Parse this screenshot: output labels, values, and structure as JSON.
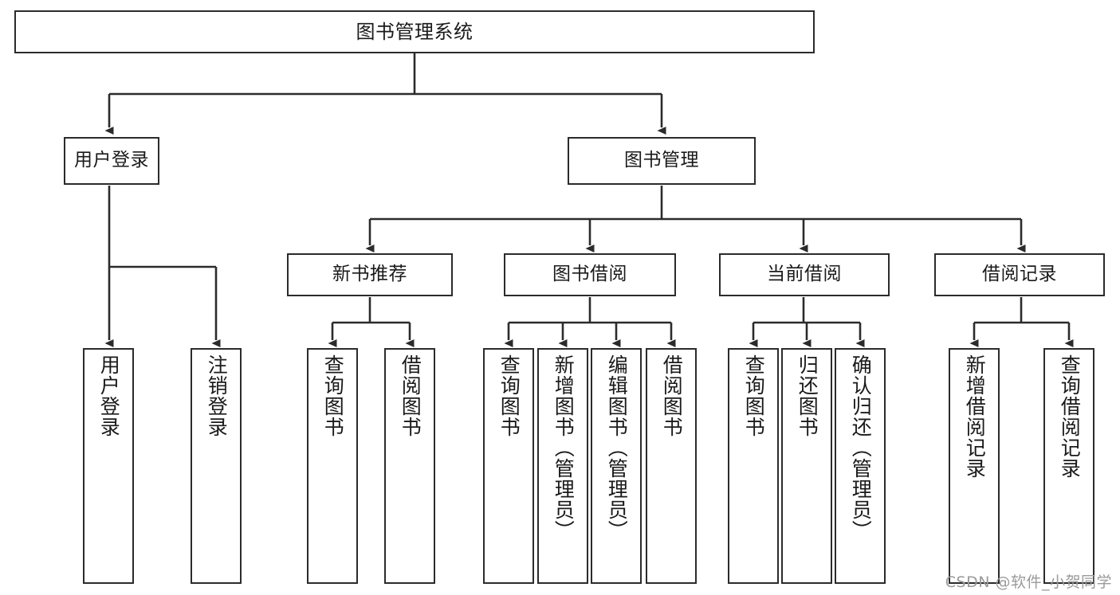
{
  "diagram": {
    "title": "图书管理系统",
    "type": "功能结构图",
    "watermark": "CSDN @软件_小贺同学",
    "colors": {
      "node_border": "#2b2b2b",
      "node_fill": "#ffffff",
      "edge": "#2b2b2b",
      "text": "#1a1a1a",
      "watermark": "#9a9a9a",
      "background": "#ffffff"
    },
    "root": {
      "id": "root",
      "label": "图书管理系统",
      "orientation": "horizontal"
    },
    "level1": [
      {
        "id": "user-login",
        "label": "用户登录",
        "orientation": "horizontal"
      },
      {
        "id": "book-management",
        "label": "图书管理",
        "orientation": "horizontal"
      }
    ],
    "level2": [
      {
        "id": "new-book-recommend",
        "label": "新书推荐",
        "orientation": "horizontal",
        "parent": "book-management"
      },
      {
        "id": "book-borrow",
        "label": "图书借阅",
        "orientation": "horizontal",
        "parent": "book-management"
      },
      {
        "id": "current-borrow",
        "label": "当前借阅",
        "orientation": "horizontal",
        "parent": "book-management"
      },
      {
        "id": "borrow-record",
        "label": "借阅记录",
        "orientation": "horizontal",
        "parent": "book-management"
      }
    ],
    "leaves": [
      {
        "id": "leaf-user-login",
        "label": "用户登录",
        "parent": "user-login",
        "group": 1
      },
      {
        "id": "leaf-logout-login",
        "label": "注销登录",
        "parent": "user-login",
        "group": 1
      },
      {
        "id": "leaf-query-book-1",
        "label": "查询图书",
        "parent": "new-book-recommend",
        "group": 2
      },
      {
        "id": "leaf-borrow-book-1",
        "label": "借阅图书",
        "parent": "new-book-recommend",
        "group": 2
      },
      {
        "id": "leaf-query-book-2",
        "label": "查询图书",
        "parent": "book-borrow",
        "group": 3
      },
      {
        "id": "leaf-add-book",
        "label": "新增图书（管理员）",
        "parent": "book-borrow",
        "group": 3
      },
      {
        "id": "leaf-edit-book",
        "label": "编辑图书（管理员）",
        "parent": "book-borrow",
        "group": 3
      },
      {
        "id": "leaf-borrow-book-2",
        "label": "借阅图书",
        "parent": "book-borrow",
        "group": 3
      },
      {
        "id": "leaf-query-book-3",
        "label": "查询图书",
        "parent": "current-borrow",
        "group": 4
      },
      {
        "id": "leaf-return-book",
        "label": "归还图书",
        "parent": "current-borrow",
        "group": 4
      },
      {
        "id": "leaf-confirm-return",
        "label": "确认归还（管理员）",
        "parent": "current-borrow",
        "group": 4
      },
      {
        "id": "leaf-add-record",
        "label": "新增借阅记录",
        "parent": "borrow-record",
        "group": 5
      },
      {
        "id": "leaf-query-record",
        "label": "查询借阅记录",
        "parent": "borrow-record",
        "group": 5
      }
    ]
  }
}
